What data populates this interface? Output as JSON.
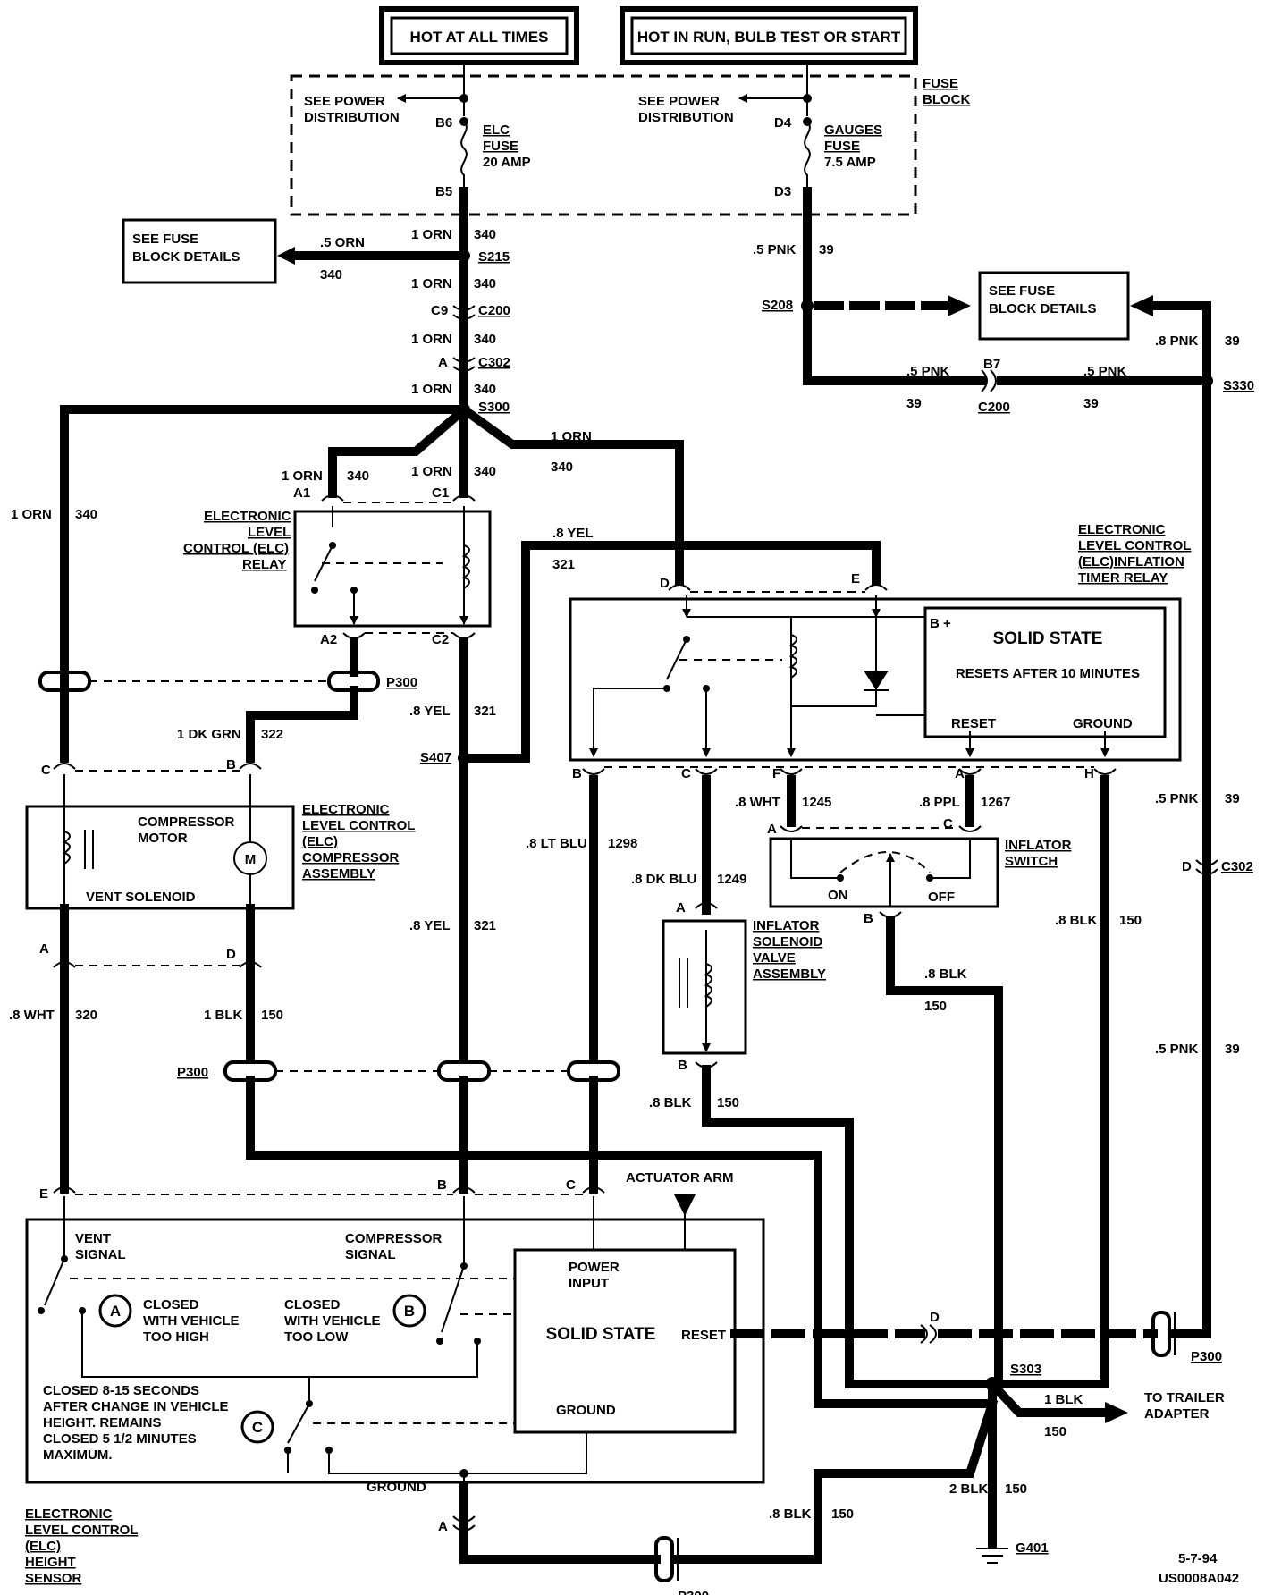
{
  "header": {
    "hot_at_all_times": "HOT AT ALL TIMES",
    "hot_in_run": "HOT IN RUN, BULB TEST OR START"
  },
  "fuse_block": {
    "label_line1": "FUSE",
    "label_line2": "BLOCK",
    "see_power_1a": "SEE POWER",
    "see_power_1b": "DISTRIBUTION",
    "see_power_2a": "SEE POWER",
    "see_power_2b": "DISTRIBUTION",
    "elc_fuse": [
      "ELC",
      "FUSE",
      "20 AMP"
    ],
    "gauges_fuse": [
      "GAUGES",
      "FUSE",
      "7.5 AMP"
    ],
    "pins": {
      "b6": "B6",
      "b5": "B5",
      "d4": "D4",
      "d3": "D3"
    }
  },
  "see_fuse_block_details_1": [
    "SEE FUSE",
    "BLOCK DETAILS"
  ],
  "see_fuse_block_details_2": [
    "SEE FUSE",
    "BLOCK DETAILS"
  ],
  "splices": {
    "s215": "S215",
    "s300": "S300",
    "s208": "S208",
    "s330": "S330",
    "s407": "S407",
    "s303": "S303",
    "g401": "G401"
  },
  "connectors": {
    "c200": "C200",
    "c9": "C9",
    "c302": "C302",
    "a": "A",
    "b7": "B7",
    "p300": "P300",
    "d": "D"
  },
  "wires": {
    "orn1": "1 ORN",
    "orn340": "340",
    "orn05": ".5 ORN",
    "pnk05": ".5 PNK",
    "pnk39": "39",
    "pnk08": ".8 PNK",
    "yel08": ".8 YEL",
    "yel321": "321",
    "dkgrn": "1 DK GRN",
    "dkgrn322": "322",
    "wht08": ".8 WHT",
    "wht320": "320",
    "blk1": "1 BLK",
    "blk150": "150",
    "ltblu": ".8 LT BLU",
    "ltblu1298": "1298",
    "dkblu": ".8 DK BLU",
    "dkblu1249": "1249",
    "wht1245": "1245",
    "ppl": ".8 PPL",
    "ppl1267": "1267",
    "blk08": ".8 BLK",
    "blk2": "2 BLK",
    "orn1sp": "1  ORN"
  },
  "elc_relay": [
    "ELECTRONIC",
    "LEVEL",
    "CONTROL (ELC)",
    "RELAY"
  ],
  "relay_pins": {
    "a1": "A1",
    "c1": "C1",
    "a2": "A2",
    "c2": "C2"
  },
  "timer_relay": {
    "label": [
      "ELECTRONIC",
      "LEVEL  CONTROL",
      "(ELC)INFLATION",
      "TIMER RELAY"
    ],
    "solid_state": "SOLID STATE",
    "resets": "RESETS AFTER 10 MINUTES",
    "bplus": "B +",
    "reset": "RESET",
    "ground": "GROUND",
    "pins": {
      "d": "D",
      "e": "E",
      "b": "B",
      "c": "C",
      "f": "F",
      "a": "A",
      "h": "H"
    }
  },
  "compressor": {
    "label": [
      "ELECTRONIC",
      "LEVEL  CONTROL",
      "(ELC)",
      "COMPRESSOR",
      "ASSEMBLY"
    ],
    "motor": [
      "COMPRESSOR",
      "MOTOR"
    ],
    "vent": "VENT SOLENOID",
    "m": "M",
    "pins": {
      "c": "C",
      "b": "B",
      "a": "A",
      "d": "D"
    }
  },
  "inflator_switch": {
    "label": [
      "INFLATOR",
      "SWITCH"
    ],
    "on": "ON",
    "off": "OFF",
    "pins": {
      "a": "A",
      "c": "C",
      "b": "B"
    }
  },
  "inflator_solenoid": {
    "label": [
      "INFLATOR",
      "SOLENOID",
      "VALVE",
      "ASSEMBLY"
    ],
    "pins": {
      "a": "A",
      "b": "B"
    }
  },
  "height_sensor": {
    "label": [
      "ELECTRONIC",
      "LEVEL  CONTROL",
      "(ELC)",
      "HEIGHT",
      "SENSOR"
    ],
    "actuator": "ACTUATOR ARM",
    "vent_signal": [
      "VENT",
      "SIGNAL"
    ],
    "comp_signal": [
      "COMPRESSOR",
      "SIGNAL"
    ],
    "a_text": [
      "CLOSED",
      "WITH VEHICLE",
      "TOO HIGH"
    ],
    "b_text": [
      "CLOSED",
      "WITH VEHICLE",
      "TOO LOW"
    ],
    "c_text": [
      "CLOSED 8-15 SECONDS",
      "AFTER CHANGE IN VEHICLE",
      "HEIGHT.  REMAINS",
      "CLOSED 5 1/2 MINUTES",
      "MAXIMUM."
    ],
    "circle_a": "A",
    "circle_b": "B",
    "circle_c": "C",
    "power_input": [
      "POWER",
      "INPUT"
    ],
    "solid_state": "SOLID STATE",
    "reset": "RESET",
    "ground_inner": "GROUND",
    "ground": "GROUND",
    "pins": {
      "e": "E",
      "b": "B",
      "c": "C",
      "a": "A"
    }
  },
  "trailer": [
    "TO TRAILER",
    "ADAPTER"
  ],
  "footer": {
    "date": "5-7-94",
    "code": "US0008A042"
  }
}
